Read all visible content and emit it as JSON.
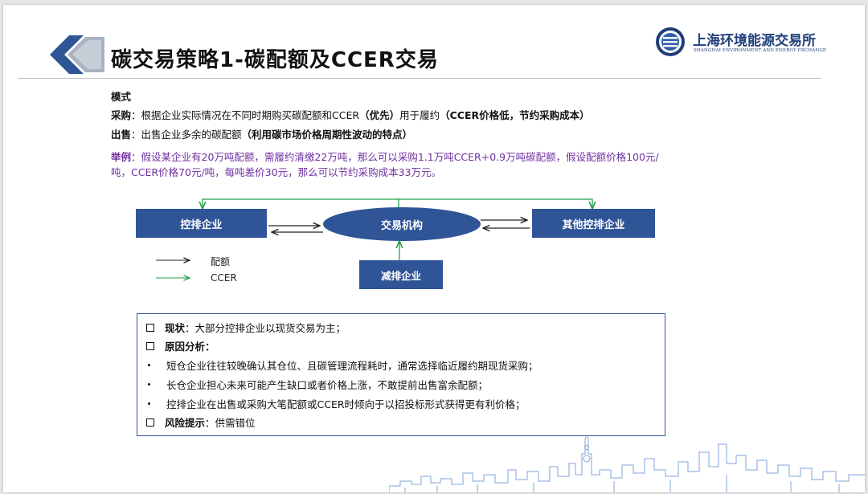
{
  "slide": {
    "title": "碳交易策略1-碳配额及CCER交易",
    "logo": {
      "name_cn": "上海环境能源交易所",
      "name_en": "SHANGHAI ENVIRONMENT AND ENERGY EXCHANGE"
    }
  },
  "intro": {
    "mode_heading": "模式",
    "purchase_label": "采购",
    "purchase_text": "：根据企业实际情况在不同时期购买碳配额和CCER",
    "purchase_priority": "（优先）",
    "purchase_text2": "用于履约",
    "purchase_note": "（CCER价格低，节约采购成本）",
    "sale_label": "出售",
    "sale_text": "：出售企业多余的碳配额",
    "sale_note": "（利用碳市场价格周期性波动的特点）",
    "example_label": "举例",
    "example_line1": "：假设某企业有20万吨配额，需履约清缴22万吨，那么可以采购1.1万吨CCER+0.9万吨碳配额，假设配额价格100元/",
    "example_line2": "吨，CCER价格70元/吨，每吨差价30元，那么可以节约采购成本33万元。"
  },
  "diagram": {
    "left_box": "控排企业",
    "center_ellipse": "交易机构",
    "right_box": "其他控排企业",
    "bottom_box": "减排企业",
    "legend": [
      {
        "label": "配额",
        "color": "#222222"
      },
      {
        "label": "CCER",
        "color": "#21a04b"
      }
    ],
    "colors": {
      "box_fill": "#2f5597",
      "quota_arrow": "#222222",
      "ccer_arrow": "#21a04b"
    }
  },
  "panel": {
    "status_label": "现状",
    "status_text": "：大部分控排企业以现货交易为主；",
    "reason_label": "原因分析：",
    "bullets": [
      "短仓企业往往较晚确认其仓位、且碳管理流程耗时，通常选择临近履约期现货采购；",
      "长仓企业担心未来可能产生缺口或者价格上涨，不敢提前出售富余配额；",
      "控排企业在出售或采购大笔配额或CCER时倾向于以招投标形式获得更有利价格；"
    ],
    "risk_label": "风险提示",
    "risk_text": "：供需错位"
  }
}
